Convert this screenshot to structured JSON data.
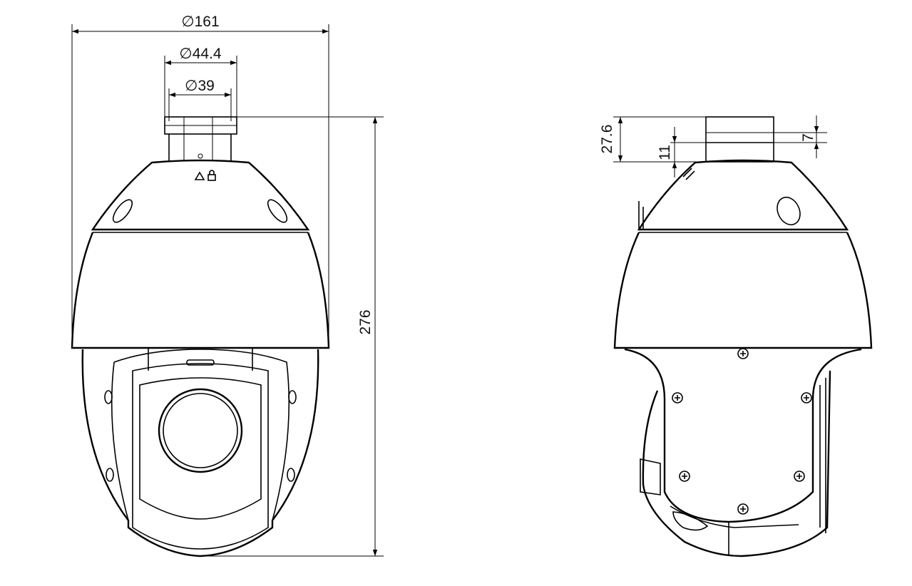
{
  "front_view": {
    "dim_outer_diameter": "∅161",
    "dim_pipe_outer_diameter": "∅44.4",
    "dim_pipe_inner_diameter": "∅39",
    "dim_height": "276"
  },
  "side_view": {
    "dim_mount_height": "27.6",
    "dim_thread_height": "11",
    "dim_ring_height": "7"
  }
}
